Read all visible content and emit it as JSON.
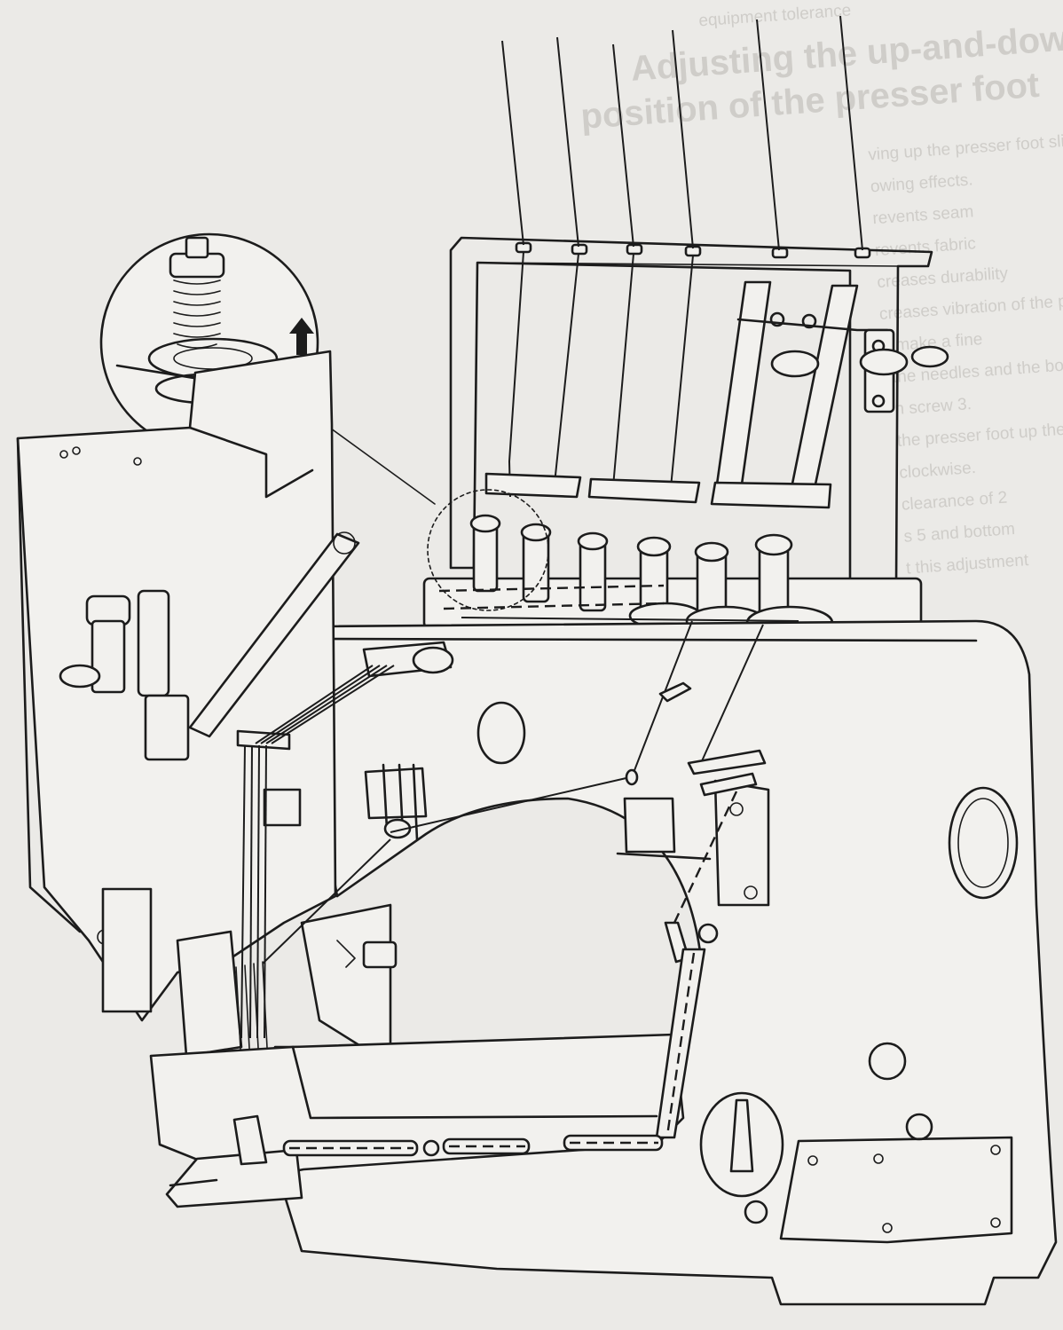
{
  "ghost_text": {
    "heading_line_1": "Adjusting the up-and-down",
    "heading_line_2": "position of the presser foot",
    "top_fragment": "equipment tolerance",
    "body_lines": [
      "ving up the presser foot slightly has",
      "owing effects.",
      "revents seam",
      "revents fabric",
      "creases durability",
      "creases vibration of the presser foot shoe",
      "n make a fine",
      "the needles and the bottom of the noise",
      "n screw 3.",
      "the presser foot up the",
      "clockwise.",
      "clearance of 2",
      "s 5 and bottom",
      "t this adjustment"
    ]
  },
  "colors": {
    "line_art": "#1c1c1c",
    "paper": "#ebeae7",
    "bleed_text": "#cfcdc9"
  },
  "icons": {
    "detail_callout": "magnified-tension-disc-icon",
    "arrow": "up-arrow-icon"
  }
}
